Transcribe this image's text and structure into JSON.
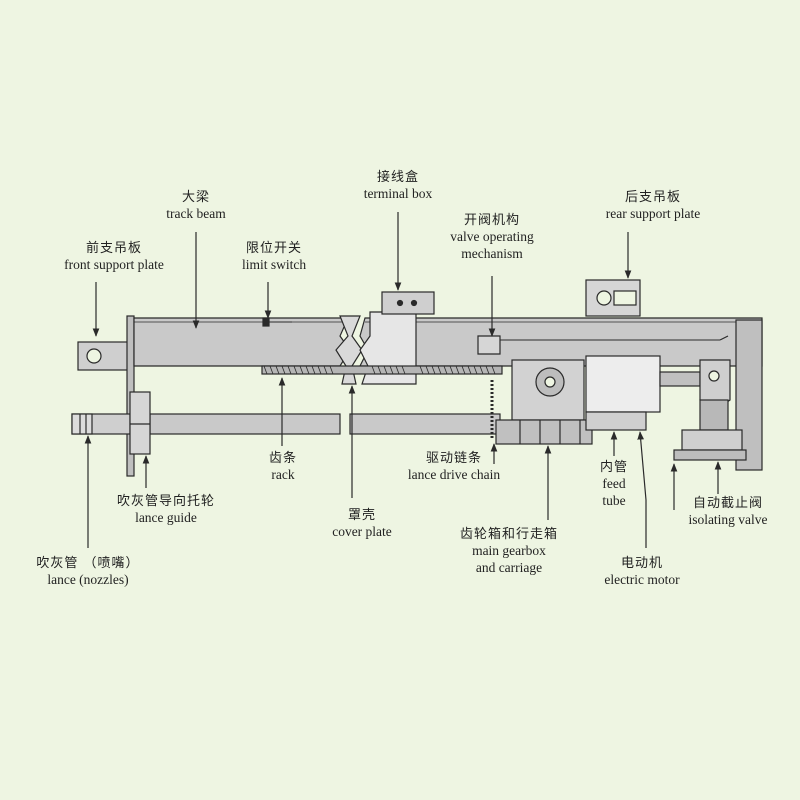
{
  "colors": {
    "background": "#eef5e2",
    "metal": "#c9c9c9",
    "metal_dark": "#a9a9a9",
    "line": "#2a2a2a"
  },
  "labels": {
    "track_beam": {
      "zh": "大梁",
      "en": "track beam"
    },
    "terminal_box": {
      "zh": "接线盒",
      "en": "terminal box"
    },
    "front_support_plate": {
      "zh": "前支吊板",
      "en": "front support plate"
    },
    "limit_switch": {
      "zh": "限位开关",
      "en": "limit switch"
    },
    "valve_operating_mechanism": {
      "zh": "开阀机构",
      "en1": "valve operating",
      "en2": "mechanism"
    },
    "rear_support_plate": {
      "zh": "后支吊板",
      "en": "rear support plate"
    },
    "rack": {
      "zh": "齿条",
      "en": "rack"
    },
    "lance_drive_chain": {
      "zh": "驱动链条",
      "en": "lance drive chain"
    },
    "inner_feed_tube": {
      "zh": "内管",
      "en1": "feed",
      "en2": "tube"
    },
    "isolating_valve": {
      "zh": "自动截止阀",
      "en": "isolating valve"
    },
    "lance_guide": {
      "zh": "吹灰管导向托轮",
      "en": "lance guide"
    },
    "cover_plate": {
      "zh": "罩壳",
      "en": "cover plate"
    },
    "main_gearbox": {
      "zh": "齿轮箱和行走箱",
      "en1": "main gearbox",
      "en2": "and carriage"
    },
    "lance_nozzles": {
      "zh": "吹灰管 （喷嘴）",
      "en": "lance (nozzles)"
    },
    "electric_motor": {
      "zh": "电动机",
      "en": "electric motor"
    }
  }
}
